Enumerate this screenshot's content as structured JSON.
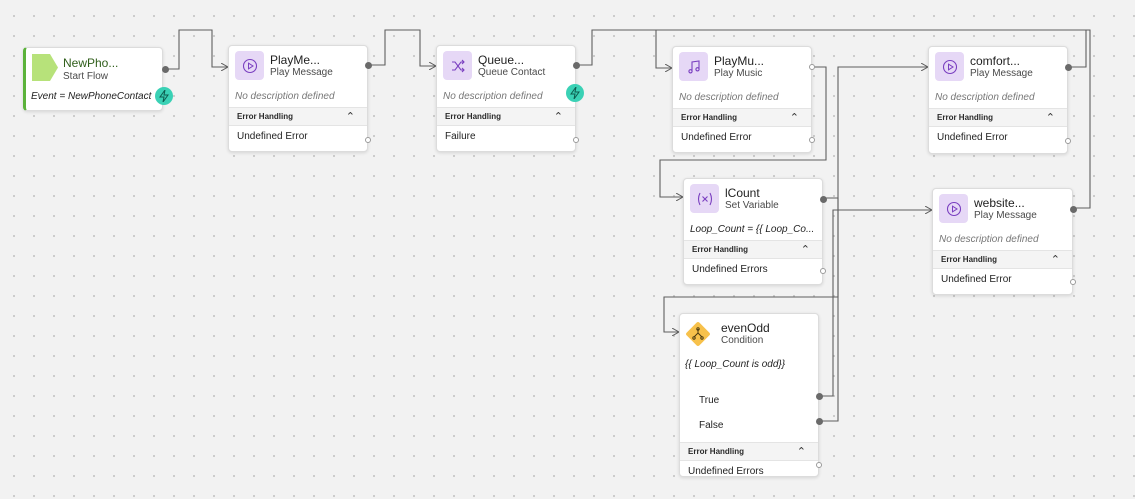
{
  "nodes": {
    "start": {
      "title": "NewPho...",
      "subtitle": "Start Flow",
      "expression": "Event = NewPhoneContact",
      "icon": "start-flag-icon"
    },
    "play1": {
      "title": "PlayMe...",
      "subtitle": "Play Message",
      "description": "No description defined",
      "error_handling": "Error Handling",
      "error_row": "Undefined Error",
      "icon": "play-circle-icon"
    },
    "queue": {
      "title": "Queue...",
      "subtitle": "Queue Contact",
      "description": "No description defined",
      "error_handling": "Error Handling",
      "error_row": "Failure",
      "icon": "shuffle-icon"
    },
    "music": {
      "title": "PlayMu...",
      "subtitle": "Play Music",
      "description": "No description defined",
      "error_handling": "Error Handling",
      "error_row": "Undefined Error",
      "icon": "music-note-icon"
    },
    "comfort": {
      "title": "comfort...",
      "subtitle": "Play Message",
      "description": "No description defined",
      "error_handling": "Error Handling",
      "error_row": "Undefined Error",
      "icon": "play-circle-icon"
    },
    "lcount": {
      "title": "lCount",
      "subtitle": "Set Variable",
      "expression": "Loop_Count = {{ Loop_Co...",
      "error_handling": "Error Handling",
      "error_row": "Undefined Errors",
      "icon": "variable-icon"
    },
    "website": {
      "title": "website...",
      "subtitle": "Play Message",
      "description": "No description defined",
      "error_handling": "Error Handling",
      "error_row": "Undefined Error",
      "icon": "play-circle-icon"
    },
    "evenodd": {
      "title": "evenOdd",
      "subtitle": "Condition",
      "expression": "{{ Loop_Count is odd}}",
      "branch_true": "True",
      "branch_false": "False",
      "error_handling": "Error Handling",
      "error_row": "Undefined Errors",
      "icon": "condition-icon"
    }
  },
  "colors": {
    "canvas_bg": "#f2f2f2",
    "icon_bg": "#e6d8f6",
    "icon_fg": "#7a3fc0",
    "start_accent": "#5bb23a",
    "start_flag": "#b7e27a",
    "bolt": "#3ad1b5",
    "condition": "#f7c14b",
    "wire": "#5f5f5f"
  }
}
